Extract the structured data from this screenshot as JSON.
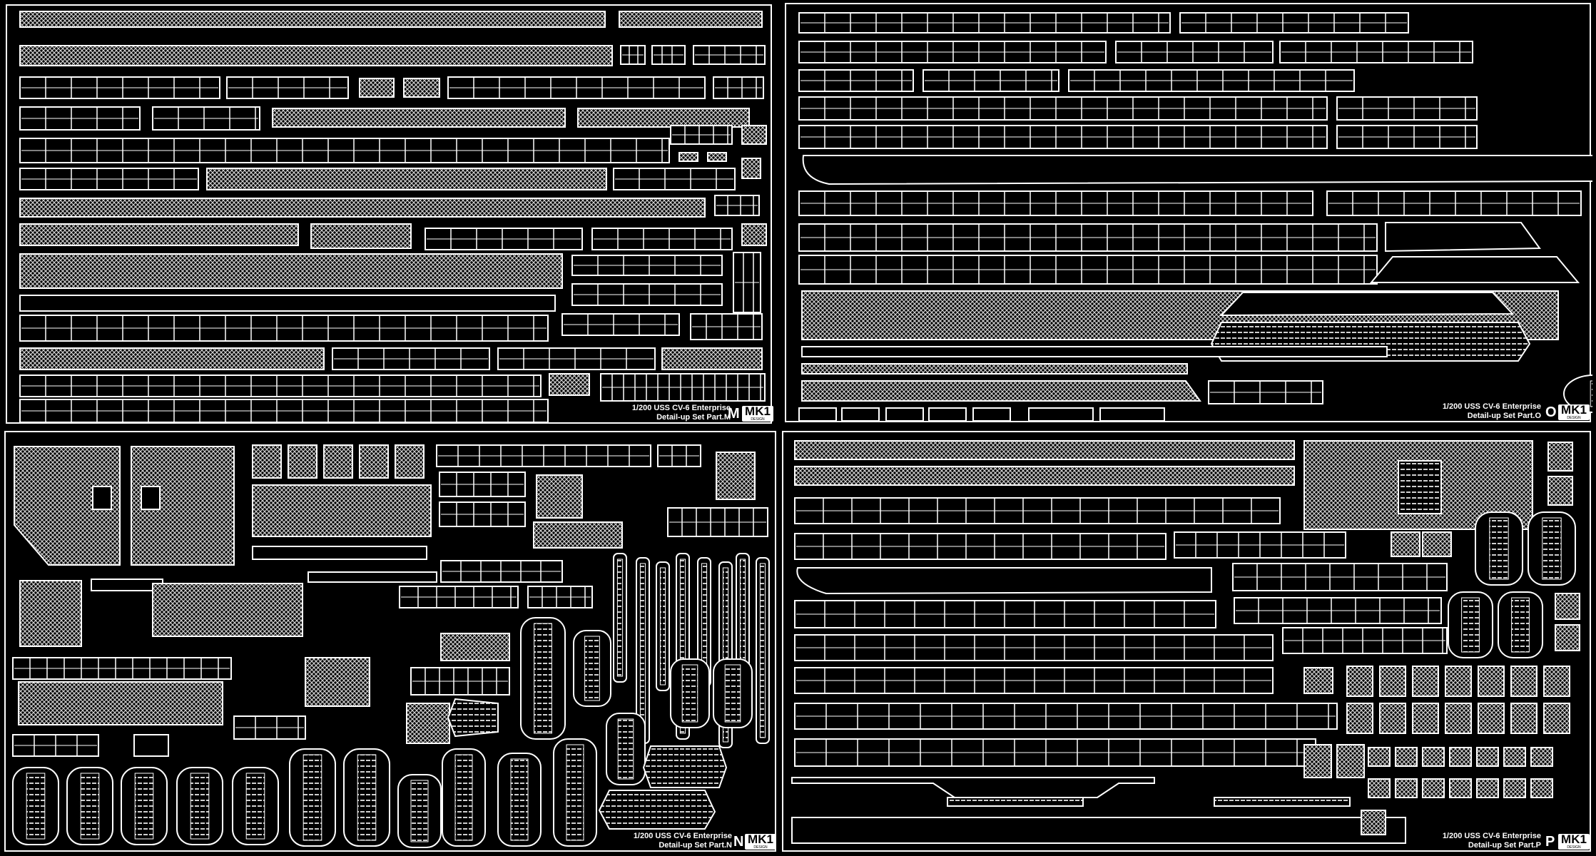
{
  "sheets": [
    {
      "id": "M",
      "letter": "M",
      "caption_scale": "1/200 USS CV-6 Enterprise",
      "caption_set": "Detail-up Set Part.M",
      "logo": "MK1",
      "logo_sub": "DESIGN"
    },
    {
      "id": "O",
      "letter": "O",
      "caption_scale": "1/200 USS CV-6 Enterprise",
      "caption_set": "Detail-up Set Part.O",
      "logo": "MK1",
      "logo_sub": "DESIGN"
    },
    {
      "id": "N",
      "letter": "N",
      "caption_scale": "1/200 USS CV-6 Enterprise",
      "caption_set": "Detail-up Set Part.N",
      "logo": "MK1",
      "logo_sub": "DESIGN"
    },
    {
      "id": "P",
      "letter": "P",
      "caption_scale": "1/200 USS CV-6 Enterprise",
      "caption_set": "Detail-up Set Part.P",
      "logo": "MK1",
      "logo_sub": "DESIGN"
    }
  ],
  "colors": {
    "fret": "#000000",
    "metal": "#ffffff",
    "mesh": "#cfcfcf"
  }
}
